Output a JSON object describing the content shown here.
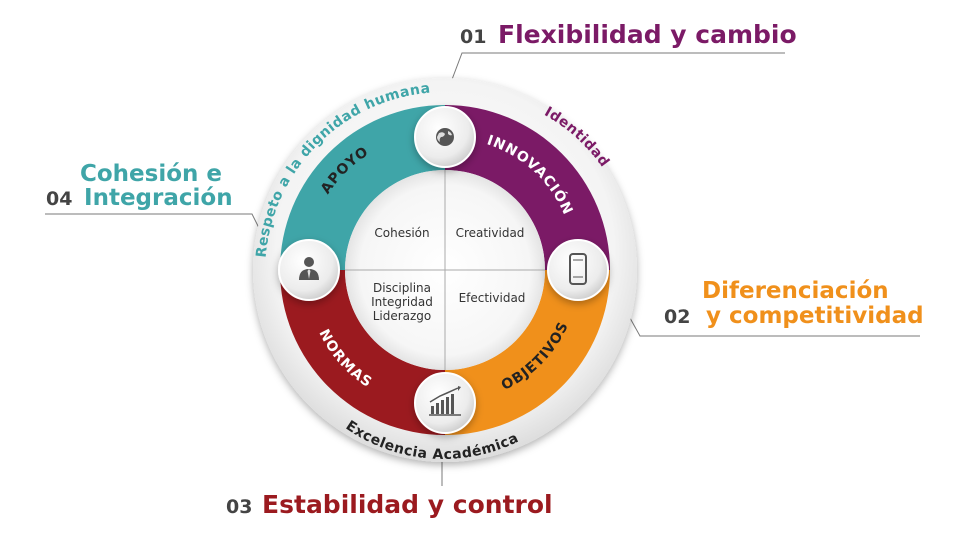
{
  "quadrants": [
    {
      "number": "01",
      "title": "Flexibilidad y cambio",
      "color": "#7b1a66",
      "segment": "INNOVACIÓN",
      "value": "Creatividad",
      "icon": "globe-icon"
    },
    {
      "number": "02",
      "title_line1": "Diferenciación",
      "title_line2": "y competitividad",
      "color": "#f0901b",
      "segment": "OBJETIVOS",
      "value": "Efectividad",
      "icon": "smartphone-icon"
    },
    {
      "number": "03",
      "title": "Estabilidad y control",
      "color": "#9b1a1f",
      "segment": "NORMAS",
      "values": [
        "Disciplina",
        "Integridad",
        "Liderazgo"
      ],
      "icon": "bar-chart-icon"
    },
    {
      "number": "04",
      "title_line1": "Cohesión e",
      "title_line2": "Integración",
      "color": "#3fa5a8",
      "segment": "APOYO",
      "value": "Cohesión",
      "icon": "user-icon"
    }
  ],
  "rim": {
    "top_left": "Respeto a la dignidad humana",
    "top_right": "Identidad",
    "bottom": "Excelencia Académica"
  }
}
